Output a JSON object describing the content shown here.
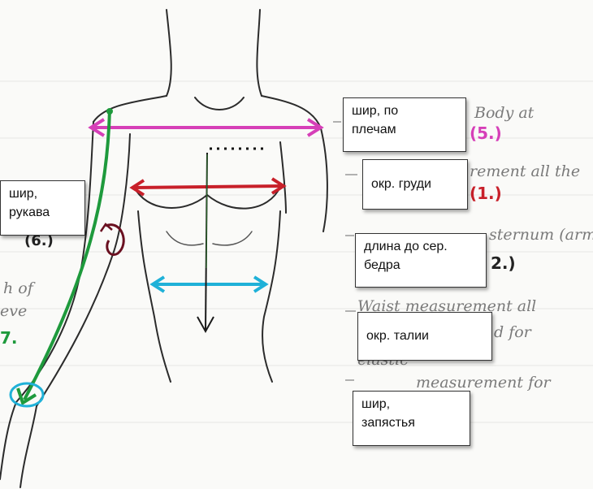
{
  "labels": {
    "shoulder_width": "шир, по\nплечам",
    "chest_girth": "окр. груди",
    "length_to_mid_thigh": "длина до сер.\nбедра",
    "waist_girth": "окр. талии",
    "wrist_width": "шир,\nзапястья",
    "sleeve_width": "шир,\nрукава"
  },
  "handwritten": {
    "note_1": "Body at",
    "note_2": "rement all the",
    "note_3": "sternum (arm-",
    "note_4": "Waist measurement all",
    "note_5": "d for",
    "note_6": "elastic",
    "note_7": "measurement for",
    "note_8": "h of",
    "note_9": "eve"
  },
  "numbers": {
    "n5": "(5.)",
    "n1": "(1.)",
    "n2": "2.)",
    "n6": "(6.)",
    "n7": "7."
  },
  "colors": {
    "shoulder_arrow": "#d63fb8",
    "chest_arrow": "#c8202a",
    "waist_arrow": "#1fb1d8",
    "sleeve_line": "#1e9a3c",
    "length_arrow": "#1a1a1a",
    "sleeve_circle": "#6a1020",
    "number_magenta": "#d63fb8",
    "number_red": "#c8202a",
    "number_black": "#222222",
    "number_green": "#1e9a3c"
  }
}
